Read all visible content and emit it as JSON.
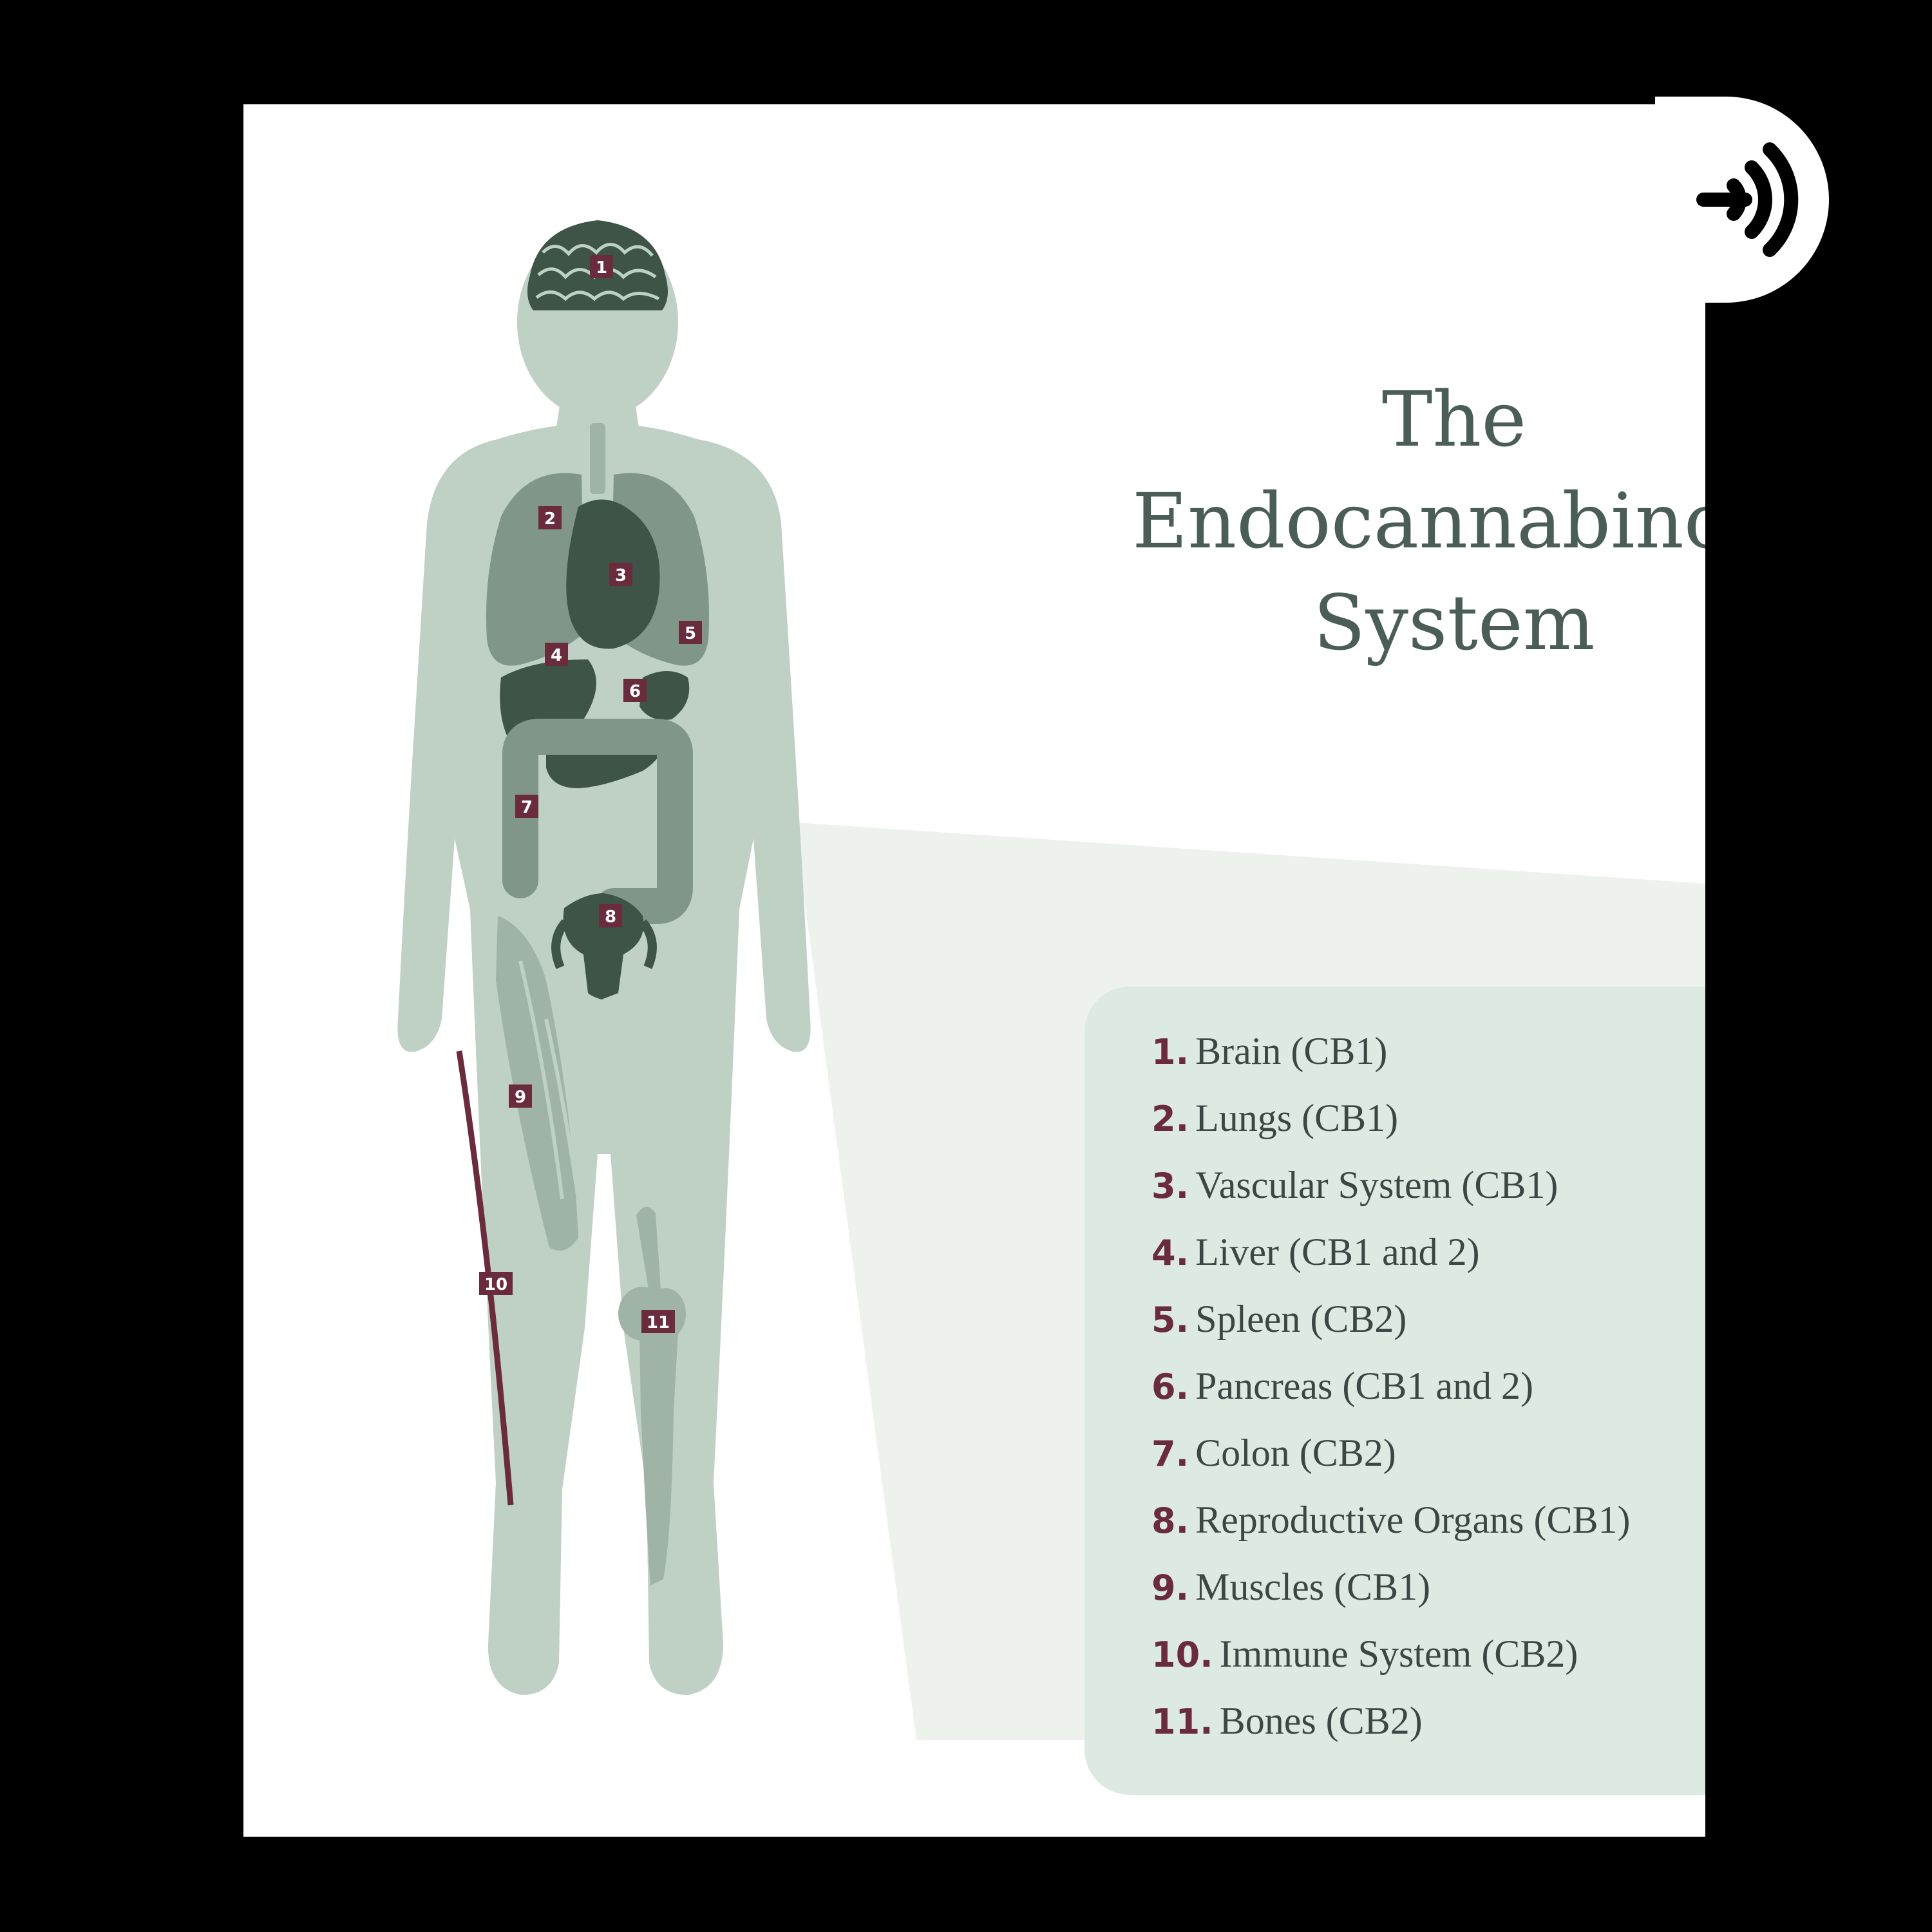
{
  "title": {
    "line1": "The",
    "line2": "Endocannabinoid",
    "line3": "System"
  },
  "colors": {
    "background": "#000000",
    "card": "#ffffff",
    "body": "#bfd0c4",
    "organ": "#3d5447",
    "organ_light": "#7f9688",
    "marker": "#6a2b3c",
    "panel": "#ddeae2",
    "title": "#4a5e57"
  },
  "markers": [
    "1",
    "2",
    "3",
    "4",
    "5",
    "6",
    "7",
    "8",
    "9",
    "10",
    "11"
  ],
  "legend": [
    {
      "num": "1.",
      "label": "Brain (CB1)"
    },
    {
      "num": "2.",
      "label": "Lungs (CB1)"
    },
    {
      "num": "3.",
      "label": "Vascular System (CB1)"
    },
    {
      "num": "4.",
      "label": "Liver (CB1 and 2)"
    },
    {
      "num": "5.",
      "label": "Spleen (CB2)"
    },
    {
      "num": "6.",
      "label": "Pancreas (CB1 and 2)"
    },
    {
      "num": "7.",
      "label": "Colon (CB2)"
    },
    {
      "num": "8.",
      "label": "Reproductive Organs (CB1)"
    },
    {
      "num": "9.",
      "label": "Muscles (CB1)"
    },
    {
      "num": "10.",
      "label": "Immune System (CB2)"
    },
    {
      "num": "11.",
      "label": "Bones (CB2)"
    }
  ],
  "badge": {
    "icon": "podcast-signal-icon"
  }
}
